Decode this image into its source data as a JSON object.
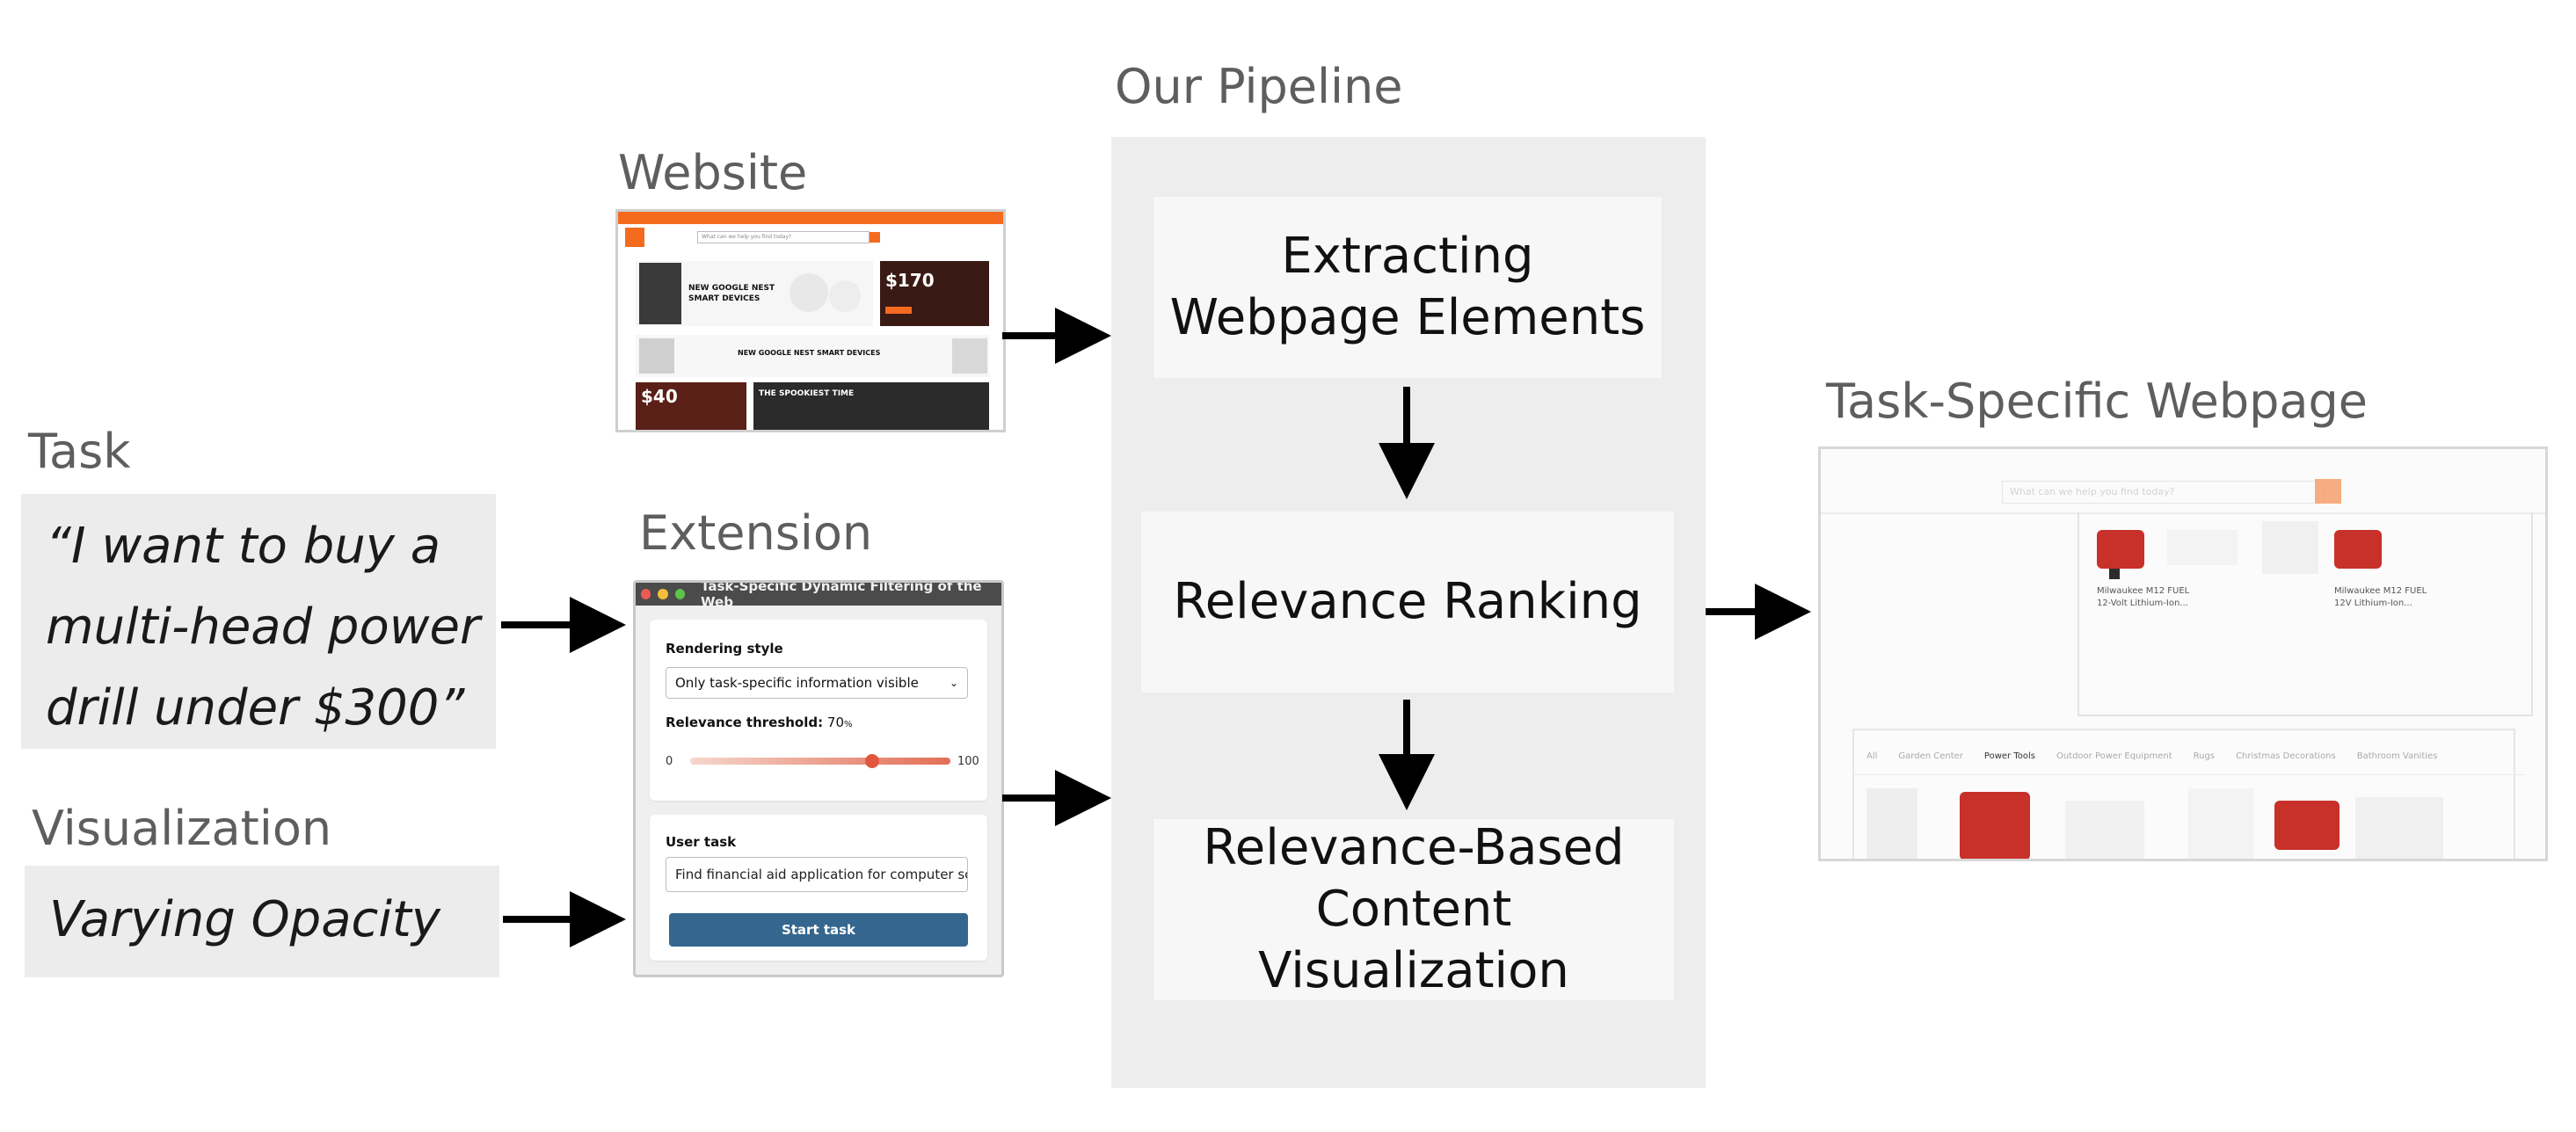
{
  "labels": {
    "website": "Website",
    "task": "Task",
    "extension": "Extension",
    "visualization": "Visualization",
    "pipeline": "Our Pipeline",
    "task_specific": "Task-Specific Webpage"
  },
  "task": {
    "line1": "“I want to buy a",
    "line2": "multi-head power",
    "line3": "drill under $300”"
  },
  "visualization": {
    "value": "Varying Opacity"
  },
  "pipeline": {
    "step1_line1": "Extracting",
    "step1_line2": "Webpage Elements",
    "step2": "Relevance Ranking",
    "step3_line1": "Relevance-Based",
    "step3_line2": "Content Visualization"
  },
  "website_thumb": {
    "search_placeholder": "What can we help you find today?",
    "promo1_line1": "NEW GOOGLE NEST",
    "promo1_line2": "SMART DEVICES",
    "promo2_price": "$170",
    "promo3": "NEW GOOGLE NEST SMART DEVICES",
    "promo4": "$40",
    "promo5": "THE SPOOKIEST TIME",
    "colors": {
      "brand": "#f46a1f"
    }
  },
  "extension": {
    "window_title": "Task-Specific Dynamic Filtering of the Web",
    "rendering_style_label": "Rendering style",
    "rendering_style_value": "Only task-specific information visible",
    "threshold_label": "Relevance threshold:",
    "threshold_value": "70",
    "threshold_unit": "%",
    "threshold_fraction": 0.7,
    "slider_min": "0",
    "slider_max": "100",
    "user_task_label": "User task",
    "user_task_value": "Find financial aid application for computer scie",
    "start_button": "Start task",
    "colors": {
      "button": "#35668f",
      "thumb": "#e0573d"
    }
  },
  "task_webpage": {
    "search_placeholder": "What can we help you find today?",
    "product1_line1": "Milwaukee M12 FUEL",
    "product1_line2": "12-Volt Lithium-Ion...",
    "product2_line1": "Milwaukee M12 FUEL",
    "product2_line2": "12V Lithium-Ion...",
    "tabs": [
      "All",
      "Garden Center",
      "Power Tools",
      "Outdoor Power Equipment",
      "Rugs",
      "Christmas Decorations",
      "Bathroom Vanities"
    ]
  }
}
